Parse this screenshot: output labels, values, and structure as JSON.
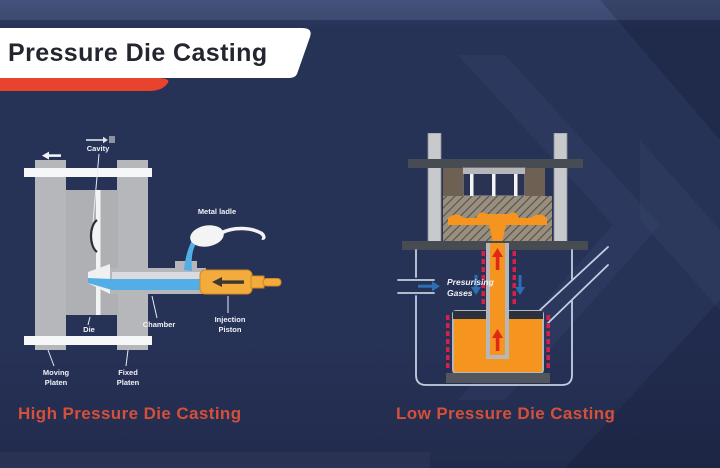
{
  "slide": {
    "title": "Pressure Die Casting"
  },
  "high_pressure": {
    "caption": "High Pressure Die Casting",
    "labels": {
      "cavity": "Cavity",
      "metal_ladle": "Metal ladle",
      "die": "Die",
      "chamber": "Chamber",
      "injection_line1": "Injection",
      "injection_line2": "Piston",
      "moving_line1": "Moving",
      "moving_line2": "Platen",
      "fixed_line1": "Fixed",
      "fixed_line2": "Platen"
    }
  },
  "low_pressure": {
    "caption": "Low Pressure Die Casting",
    "labels": {
      "gases_line1": "Presurising",
      "gases_line2": "Gases"
    }
  },
  "colors": {
    "background": "#273257",
    "banner_bg": "#ffffff",
    "banner_text": "#23262e",
    "accent_red_bar": "#e9432d",
    "caption_red": "#d5503a",
    "machine_gray": "#b5b7ba",
    "dark_plate": "#474b52",
    "die_holder_brown": "#6e6154",
    "molten_orange": "#f5941e",
    "metal_blue": "#53aee8",
    "piston_yellow": "#f3ab3e",
    "heater_red": "#d81f4a",
    "flow_arrow_red": "#e02818",
    "gas_blue": "#2e6fb4",
    "label_white": "#f0f2f6"
  }
}
